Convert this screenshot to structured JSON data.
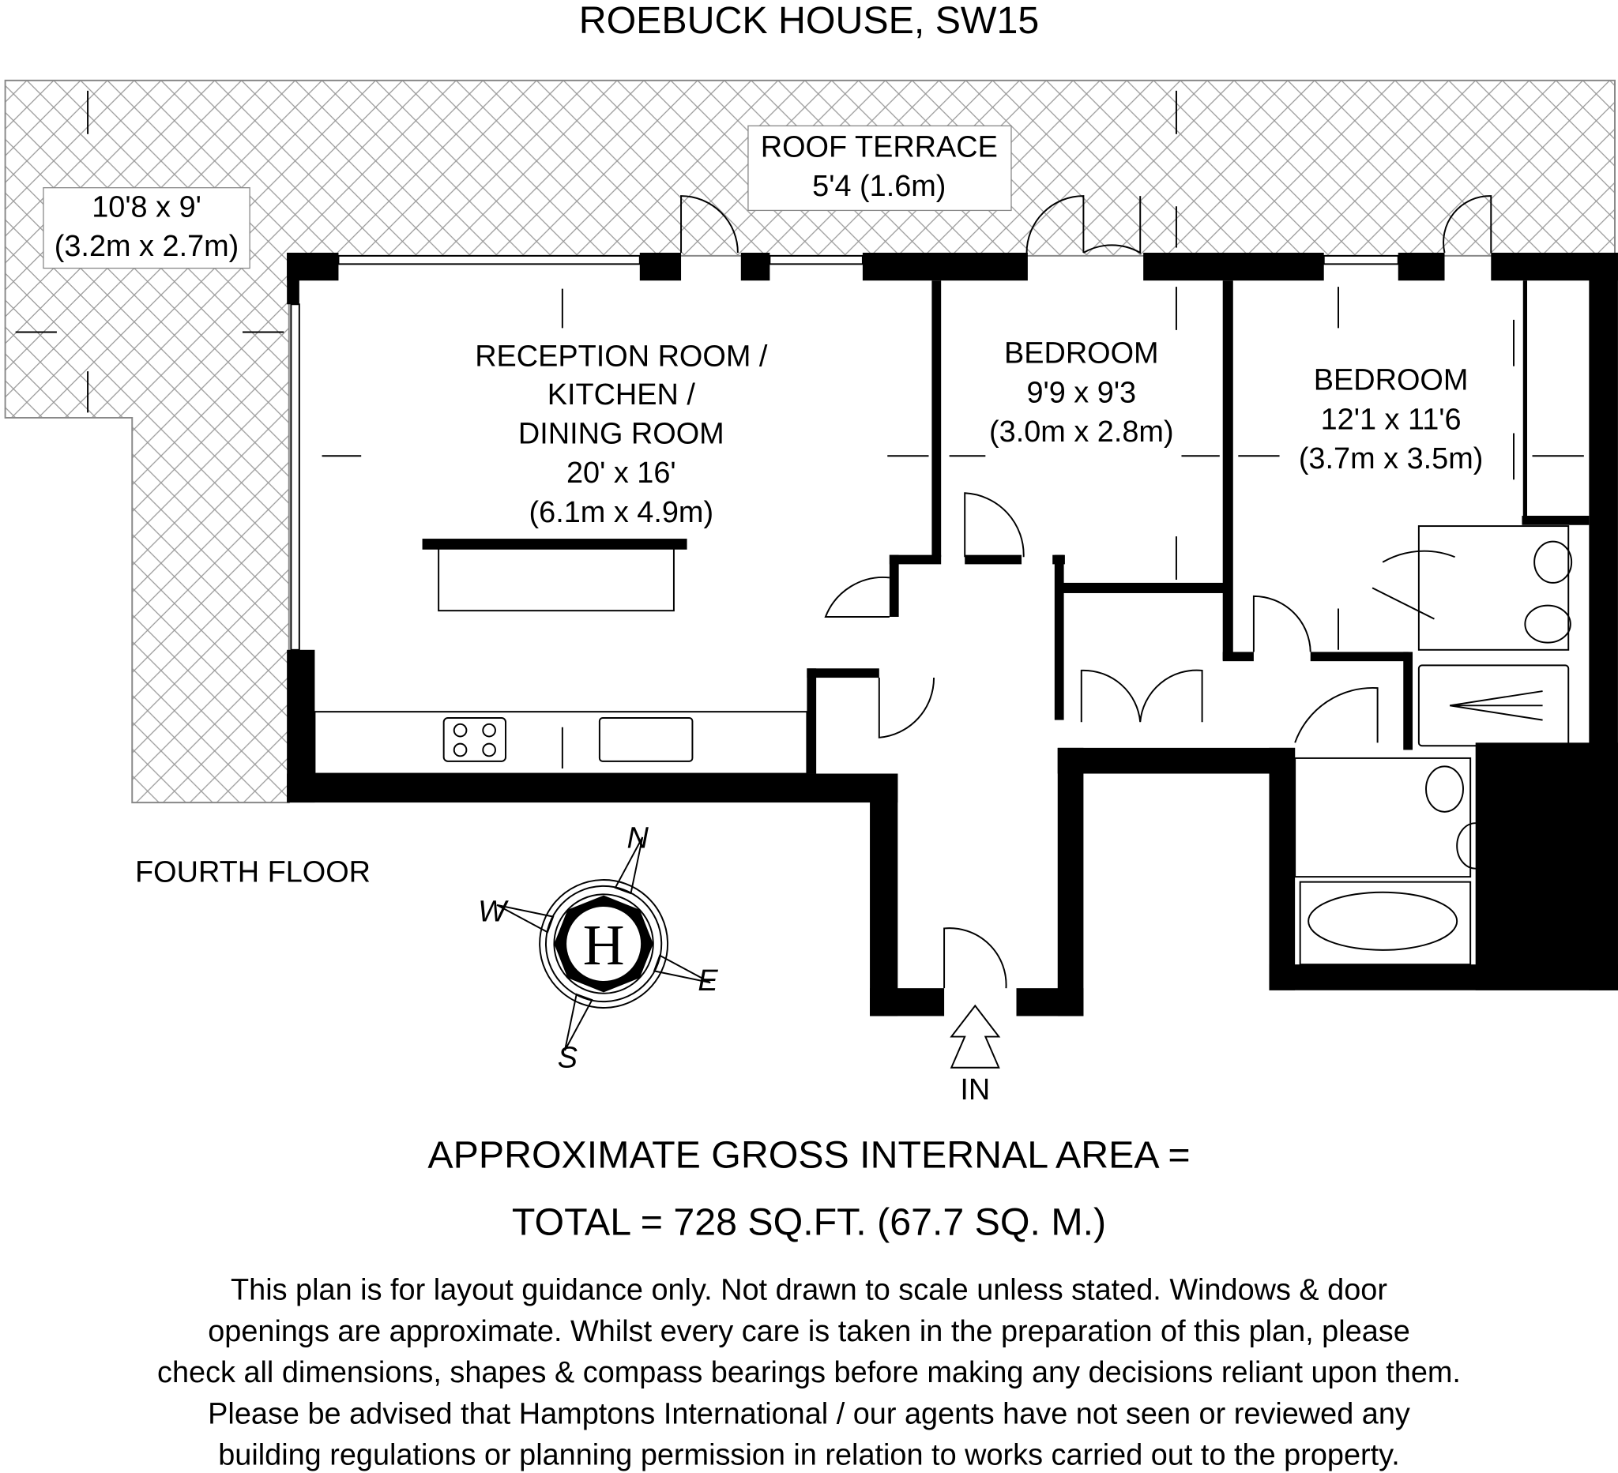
{
  "title": "ROEBUCK HOUSE, SW15",
  "floor_label": "FOURTH FLOOR",
  "rooms": {
    "terrace_left": {
      "dims_imperial": "10'8 x 9'",
      "dims_metric": "(3.2m x 2.7m)"
    },
    "roof_terrace": {
      "name": "ROOF TERRACE",
      "dims": "5'4 (1.6m)"
    },
    "reception": {
      "line1": "RECEPTION ROOM /",
      "line2": "KITCHEN /",
      "line3": "DINING ROOM",
      "dims_imperial": "20' x 16'",
      "dims_metric": "(6.1m x 4.9m)"
    },
    "bedroom1": {
      "name": "BEDROOM",
      "dims_imperial": "9'9 x 9'3",
      "dims_metric": "(3.0m x 2.8m)"
    },
    "bedroom2": {
      "name": "BEDROOM",
      "dims_imperial": "12'1 x 11'6",
      "dims_metric": "(3.7m x 3.5m)"
    }
  },
  "compass": {
    "n": "N",
    "e": "E",
    "s": "S",
    "w": "W",
    "logo": "H"
  },
  "entrance_label": "IN",
  "area": {
    "line1": "APPROXIMATE GROSS INTERNAL AREA =",
    "line2": "TOTAL = 728 SQ.FT. (67.7 SQ. M.)"
  },
  "disclaimer": [
    "This plan is for layout guidance only. Not drawn to scale unless stated. Windows & door",
    "openings are approximate. Whilst every care is taken in the preparation of this plan, please",
    "check all dimensions, shapes & compass bearings before making any decisions reliant upon them.",
    "Please be advised that Hamptons International / our agents have not seen or reviewed any",
    "building regulations or planning permission in relation to works carried out to the property."
  ]
}
